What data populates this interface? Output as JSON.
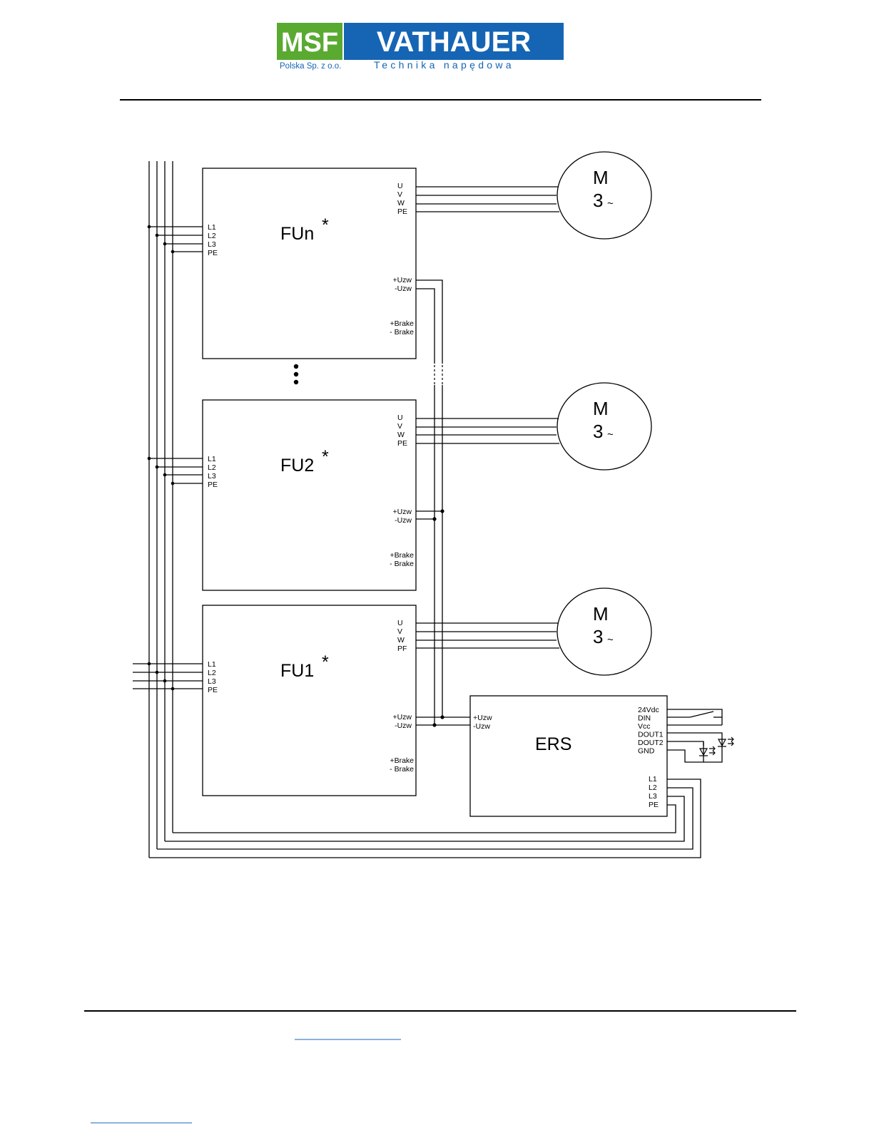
{
  "header": {
    "logo_mark": "MSF",
    "logo_brand": "VATHAUER",
    "logo_sub_left": "Polska Sp. z o.o.",
    "logo_sub_right": "Technika napędowa",
    "colors": {
      "green": "#5aaa32",
      "blue": "#1565b4"
    }
  },
  "diagram": {
    "inverters": [
      {
        "name": "FUn",
        "mark": "*",
        "power_in": [
          "L1",
          "L2",
          "L3",
          "PE"
        ],
        "motor_out": [
          "U",
          "V",
          "W",
          "PE"
        ],
        "dc_link": [
          "+Uzw",
          "-Uzw"
        ],
        "brake": [
          "+Brake",
          "- Brake"
        ]
      },
      {
        "name": "FU2",
        "mark": "*",
        "power_in": [
          "L1",
          "L2",
          "L3",
          "PE"
        ],
        "motor_out": [
          "U",
          "V",
          "W",
          "PE"
        ],
        "dc_link": [
          "+Uzw",
          "-Uzw"
        ],
        "brake": [
          "+Brake",
          "- Brake"
        ]
      },
      {
        "name": "FU1",
        "mark": "*",
        "power_in": [
          "L1",
          "L2",
          "L3",
          "PE"
        ],
        "motor_out": [
          "U",
          "V",
          "W",
          "PF"
        ],
        "dc_link": [
          "+Uzw",
          "-Uzw"
        ],
        "brake": [
          "+Brake",
          "- Brake"
        ]
      }
    ],
    "motors": [
      {
        "line1": "M",
        "line2": "3",
        "tilde": "~"
      },
      {
        "line1": "M",
        "line2": "3",
        "tilde": "~"
      },
      {
        "line1": "M",
        "line2": "3",
        "tilde": "~"
      }
    ],
    "ers": {
      "name": "ERS",
      "dc_link": [
        "+Uzw",
        "-Uzw"
      ],
      "io": [
        "24Vdc",
        "DIN",
        "Vcc",
        "DOUT1",
        "DOUT2",
        "GND"
      ],
      "power": [
        "L1",
        "L2",
        "L3",
        "PE"
      ]
    }
  }
}
